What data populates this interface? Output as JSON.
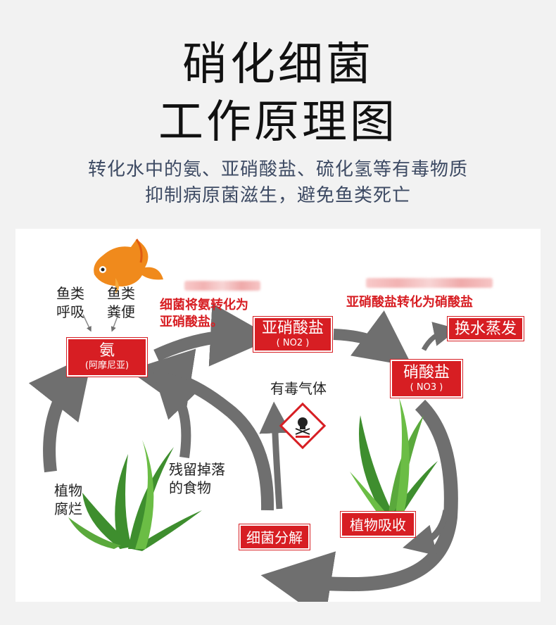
{
  "header": {
    "title_line1": "硝化细菌",
    "title_line2": "工作原理图",
    "subtitle_line1": "转化水中的氨、亚硝酸盐、硫化氢等有毒物质",
    "subtitle_line2": "抑制病原菌滋生，避免鱼类死亡"
  },
  "diagram": {
    "ammonia": {
      "name": "氨",
      "note": "(阿摩尼亚)"
    },
    "nitrite": {
      "name": "亚硝酸盐",
      "formula": "( NO2 )"
    },
    "nitrate": {
      "name": "硝酸盐",
      "formula": "( NO3 )"
    },
    "water_change": "换水蒸发",
    "bacteria_decompose": "细菌分解",
    "plant_absorb": "植物吸收",
    "fish_breath": [
      "鱼类",
      "呼吸"
    ],
    "fish_feces": [
      "鱼类",
      "粪便"
    ],
    "step1_text": [
      "细菌将氨转化为",
      "亚硝酸盐。"
    ],
    "step2_text": "亚硝酸盐转化为硝酸盐",
    "toxic_gas": "有毒气体",
    "leftover_food": [
      "残留掉落",
      "的食物"
    ],
    "plant_decay": [
      "植物",
      "腐烂"
    ]
  },
  "colors": {
    "accent_red": "#d71e23",
    "arrow_gray": "#6f6f6f",
    "plant_green": "#3e8e2e",
    "subtitle": "#3d4a63"
  },
  "icons": [
    "goldfish-icon",
    "toxic-hazard-icon",
    "plant-icon"
  ]
}
